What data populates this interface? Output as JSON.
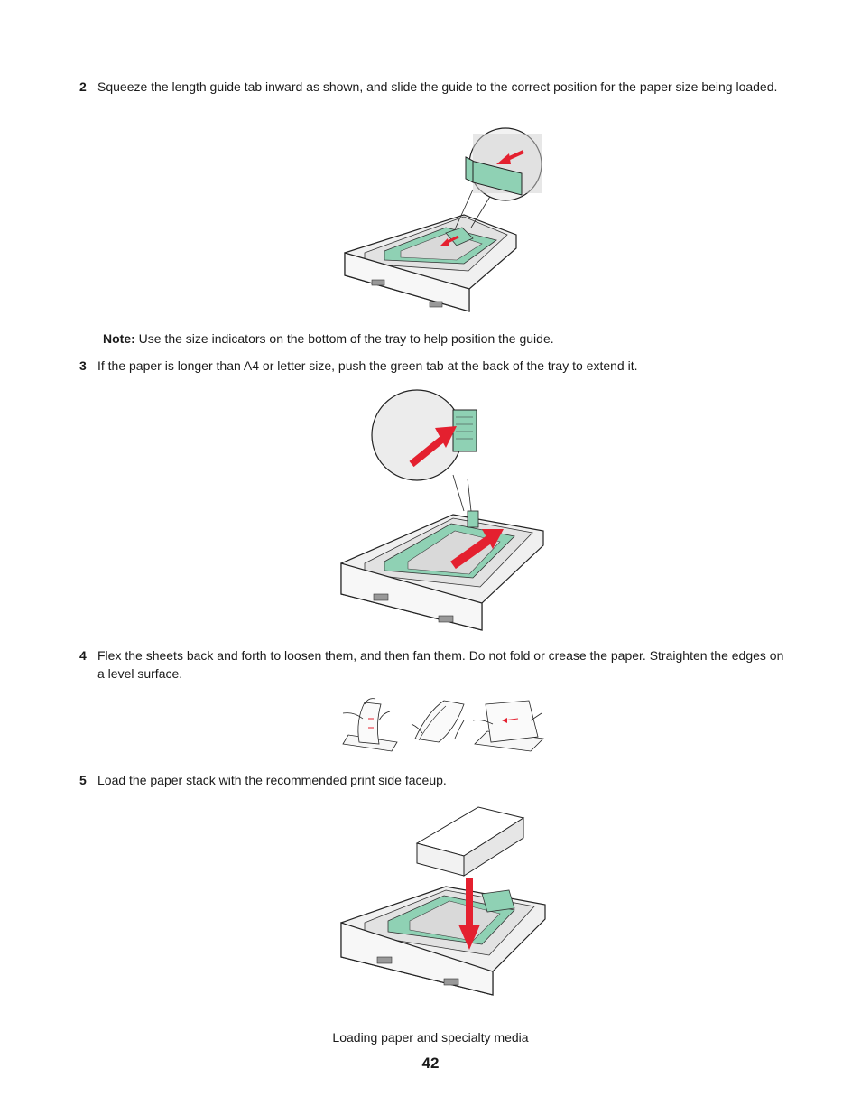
{
  "steps": [
    {
      "number": "2",
      "text": "Squeeze the length guide tab inward as shown, and slide the guide to the correct position for the paper size being loaded."
    },
    {
      "number": "3",
      "text": "If the paper is longer than A4 or letter size, push the green tab at the back of the tray to extend it."
    },
    {
      "number": "4",
      "text": "Flex the sheets back and forth to loosen them, and then fan them. Do not fold or crease the paper. Straighten the edges on a level surface."
    },
    {
      "number": "5",
      "text": "Load the paper stack with the recommended print side faceup."
    }
  ],
  "note": {
    "label": "Note:",
    "text": " Use the size indicators on the bottom of the tray to help position the guide."
  },
  "footer": {
    "section": "Loading paper and specialty media",
    "page_number": "42"
  },
  "colors": {
    "tray_green": "#8fd1b4",
    "arrow_red": "#e4202f",
    "outline": "#222222",
    "tray_grey": "#e8e8e8"
  }
}
